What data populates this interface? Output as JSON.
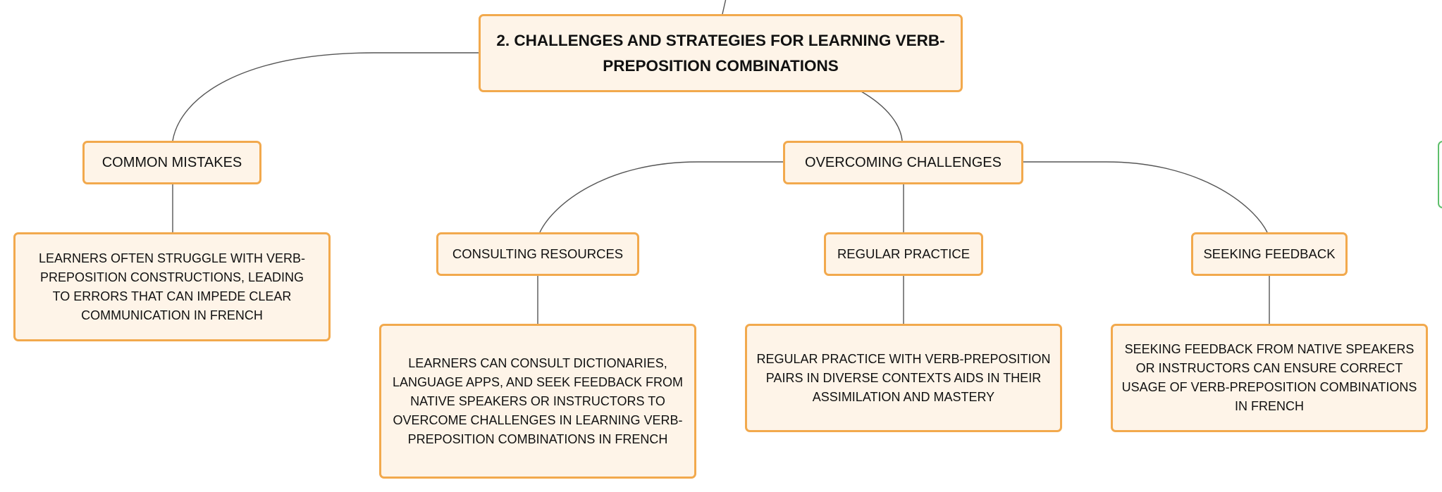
{
  "colors": {
    "node_fill": "#fef4e8",
    "node_border": "#f2a94d",
    "connector": "#555555",
    "offscreen_node_border": "#5fbf6b"
  },
  "root": {
    "label": "2. CHALLENGES AND STRATEGIES FOR LEARNING VERB-PREPOSITION COMBINATIONS"
  },
  "common_mistakes": {
    "label": "COMMON MISTAKES",
    "detail": "LEARNERS OFTEN STRUGGLE WITH VERB-PREPOSITION CONSTRUCTIONS, LEADING TO ERRORS THAT CAN IMPEDE CLEAR COMMUNICATION IN FRENCH"
  },
  "overcoming_challenges": {
    "label": "OVERCOMING CHALLENGES",
    "children": [
      {
        "label": "CONSULTING RESOURCES",
        "detail": "LEARNERS CAN CONSULT DICTIONARIES, LANGUAGE APPS, AND SEEK FEEDBACK FROM NATIVE SPEAKERS OR INSTRUCTORS TO OVERCOME CHALLENGES IN LEARNING VERB-PREPOSITION COMBINATIONS IN FRENCH"
      },
      {
        "label": "REGULAR PRACTICE",
        "detail": "REGULAR PRACTICE WITH VERB-PREPOSITION PAIRS IN DIVERSE CONTEXTS AIDS IN THEIR ASSIMILATION AND MASTERY"
      },
      {
        "label": "SEEKING FEEDBACK",
        "detail": "SEEKING FEEDBACK FROM NATIVE SPEAKERS OR INSTRUCTORS CAN ENSURE CORRECT USAGE OF VERB-PREPOSITION COMBINATIONS IN FRENCH"
      }
    ]
  }
}
